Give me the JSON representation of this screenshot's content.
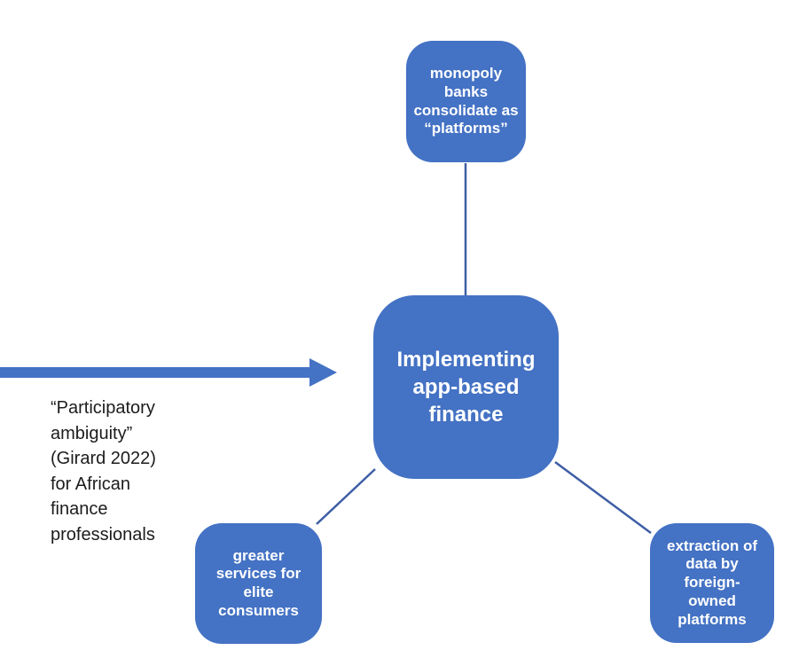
{
  "colors": {
    "background": "#FFFFFF",
    "node_fill": "#4472C4",
    "node_text": "#FFFFFF",
    "connector": "#3E5EA5",
    "arrow": "#4472C4",
    "caption_text": "#1C1C1C"
  },
  "nodes": {
    "center": {
      "label": "Implementing\napp-based\nfinance"
    },
    "top": {
      "label": "monopoly\nbanks\nconsolidate as\n“platforms”"
    },
    "bottom_left": {
      "label": "greater\nservices for\nelite\nconsumers"
    },
    "bottom_right": {
      "label": "extraction of\ndata by\nforeign-\nowned\nplatforms"
    }
  },
  "caption": {
    "text": "“Participatory\nambiguity”\n(Girard 2022)\nfor African\nfinance\nprofessionals"
  }
}
